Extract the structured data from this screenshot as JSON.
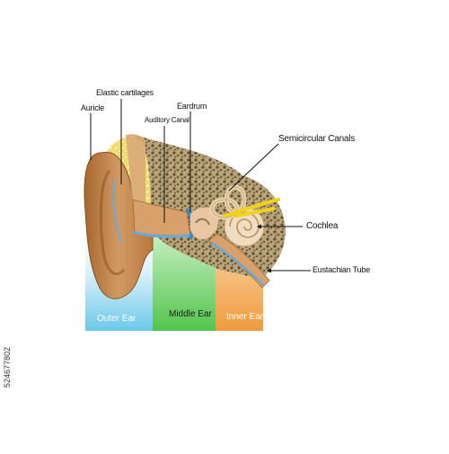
{
  "labels": {
    "elastic_cartilages": "Elastic cartilages",
    "auricle": "Auricle",
    "eardrum": "Eardrum",
    "auditory_canal": "Auditory Canal",
    "semicircular_canals": "Semicircular Canals",
    "cochlea": "Cochlea",
    "eustachian_tube": "Eustachian Tube"
  },
  "zones": {
    "outer_ear": "Outer Ear",
    "middle_ear": "Middle Ear",
    "inner_ear": "Inner Ear"
  },
  "stock_id": "524677802",
  "colors": {
    "outer_zone": "#8fd6ee",
    "middle_zone": "#6fd36a",
    "inner_zone": "#f4a24a",
    "skin": "#c98a54",
    "skin_dark": "#a5662f",
    "cartilage": "#f2dd5a",
    "bone": "#8b7a58",
    "canal": "#6aa8d8",
    "nerve": "#f0d21c"
  }
}
